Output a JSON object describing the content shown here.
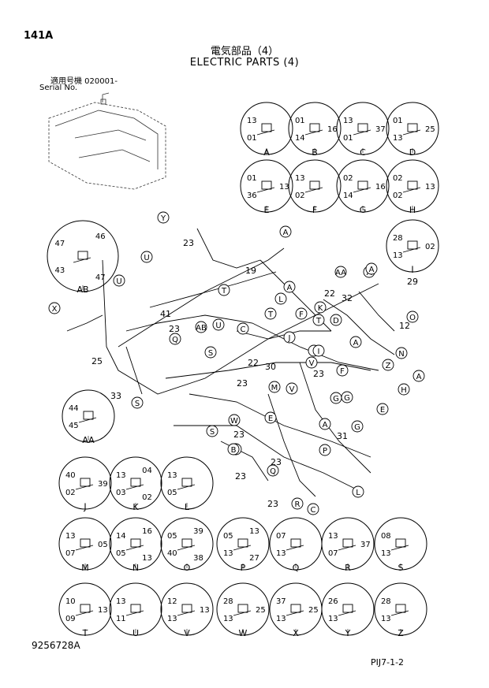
{
  "header": {
    "page_number": "141A",
    "title_jp": "電気部品（4）",
    "title_en": "ELECTRIC PARTS (4)",
    "serial_jp": "適用号機 020001-",
    "serial_en": "Serial No."
  },
  "footer": {
    "doc_number": "9256728A",
    "page_ref": "PIJ7-1-2"
  },
  "details": [
    {
      "id": "A",
      "parts": [
        "13",
        "01"
      ]
    },
    {
      "id": "B",
      "parts": [
        "01",
        "16",
        "14"
      ]
    },
    {
      "id": "C",
      "parts": [
        "13",
        "37",
        "01"
      ]
    },
    {
      "id": "D",
      "parts": [
        "01",
        "25",
        "13"
      ]
    },
    {
      "id": "E",
      "parts": [
        "01",
        "13",
        "36"
      ]
    },
    {
      "id": "F",
      "parts": [
        "13",
        "02"
      ]
    },
    {
      "id": "G",
      "parts": [
        "02",
        "16",
        "14"
      ]
    },
    {
      "id": "H",
      "parts": [
        "02",
        "13",
        "02"
      ]
    },
    {
      "id": "I",
      "parts": [
        "28",
        "02",
        "13"
      ]
    },
    {
      "id": "AB",
      "parts": [
        "47",
        "46",
        "47",
        "43"
      ]
    },
    {
      "id": "AA",
      "parts": [
        "44",
        "45"
      ]
    },
    {
      "id": "J",
      "parts": [
        "40",
        "39",
        "02"
      ]
    },
    {
      "id": "K",
      "parts": [
        "13",
        "04",
        "02",
        "03"
      ]
    },
    {
      "id": "L",
      "parts": [
        "13",
        "05"
      ]
    },
    {
      "id": "M",
      "parts": [
        "13",
        "05",
        "07"
      ]
    },
    {
      "id": "N",
      "parts": [
        "14",
        "16",
        "13",
        "05"
      ]
    },
    {
      "id": "O",
      "parts": [
        "05",
        "39",
        "38",
        "40"
      ]
    },
    {
      "id": "P",
      "parts": [
        "05",
        "13",
        "27",
        "13"
      ]
    },
    {
      "id": "Q",
      "parts": [
        "07",
        "13"
      ]
    },
    {
      "id": "R",
      "parts": [
        "13",
        "37",
        "07"
      ]
    },
    {
      "id": "S",
      "parts": [
        "08",
        "13"
      ]
    },
    {
      "id": "T",
      "parts": [
        "10",
        "13",
        "09"
      ]
    },
    {
      "id": "U",
      "parts": [
        "13",
        "11"
      ]
    },
    {
      "id": "V",
      "parts": [
        "12",
        "13",
        "13"
      ]
    },
    {
      "id": "W",
      "parts": [
        "28",
        "25",
        "13"
      ]
    },
    {
      "id": "X",
      "parts": [
        "37",
        "25",
        "13"
      ]
    },
    {
      "id": "Y",
      "parts": [
        "26",
        "13"
      ]
    },
    {
      "id": "Z",
      "parts": [
        "28",
        "13"
      ]
    }
  ],
  "callouts": {
    "numbers": [
      "23",
      "19",
      "41",
      "22",
      "32",
      "29",
      "12",
      "25",
      "33",
      "30",
      "23",
      "23",
      "31",
      "23",
      "23",
      "23",
      "23",
      "22",
      "23"
    ],
    "letters": [
      "Y",
      "U",
      "U",
      "X",
      "A",
      "L",
      "A",
      "T",
      "AA",
      "A",
      "T",
      "F",
      "T",
      "K",
      "D",
      "A",
      "O",
      "AB",
      "U",
      "Q",
      "S",
      "S",
      "J",
      "I",
      "N",
      "Z",
      "A",
      "H",
      "E",
      "G",
      "F",
      "M",
      "V",
      "C",
      "W",
      "A",
      "B",
      "P",
      "Q",
      "R",
      "C",
      "L",
      "E",
      "A",
      "G",
      "S",
      "G",
      "V",
      "I",
      "A"
    ]
  }
}
